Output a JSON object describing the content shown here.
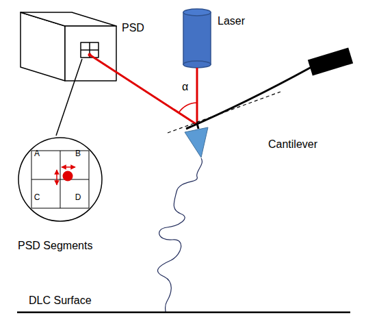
{
  "diagram": {
    "nodes": [
      {
        "text": [
          "A",
          "B",
          "C",
          "D"
        ]
      }
    ],
    "labels": [
      "PSD",
      "Laser",
      "α",
      "Cantilever",
      "PSD Segments",
      "DLC Surface"
    ]
  }
}
